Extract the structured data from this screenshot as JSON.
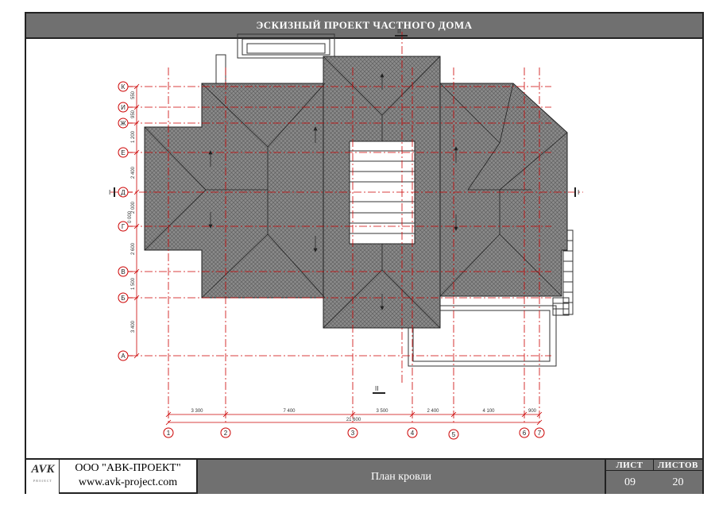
{
  "header": {
    "title": "ЭСКИЗНЫЙ ПРОЕКТ ЧАСТНОГО ДОМА"
  },
  "footer": {
    "company_name": "ООО \"АВК-ПРОЕКТ\"",
    "website": "www.avk-project.com",
    "sheet_title": "План кровли",
    "sheet_label": "ЛИСТ",
    "sheet_number": "09",
    "sheets_label": "ЛИСТОВ",
    "sheets_total": "20",
    "logo_text": "AVK",
    "logo_subtext": "PROJECT"
  },
  "plan": {
    "row_axes": [
      "К",
      "И",
      "Ж",
      "Е",
      "Д",
      "Г",
      "В",
      "Б",
      "А"
    ],
    "column_axes": [
      "1",
      "2",
      "3",
      "4",
      "5",
      "6",
      "7"
    ],
    "row_dims": [
      "550",
      "950",
      "1 200",
      "2 400",
      "2 000",
      "0 000",
      "2 600",
      "1 500",
      "3 400"
    ],
    "col_dims": [
      "3 300",
      "7 400",
      "3 500",
      "2 400",
      "4 100",
      "900"
    ],
    "total_dim": "21 600",
    "section_marks": [
      "I",
      "I",
      "II",
      "II"
    ]
  },
  "colors": {
    "roof_fill": "#8a8a8a",
    "axis_line": "#cc0000",
    "frame": "#222222",
    "title_bar": "#707070"
  }
}
